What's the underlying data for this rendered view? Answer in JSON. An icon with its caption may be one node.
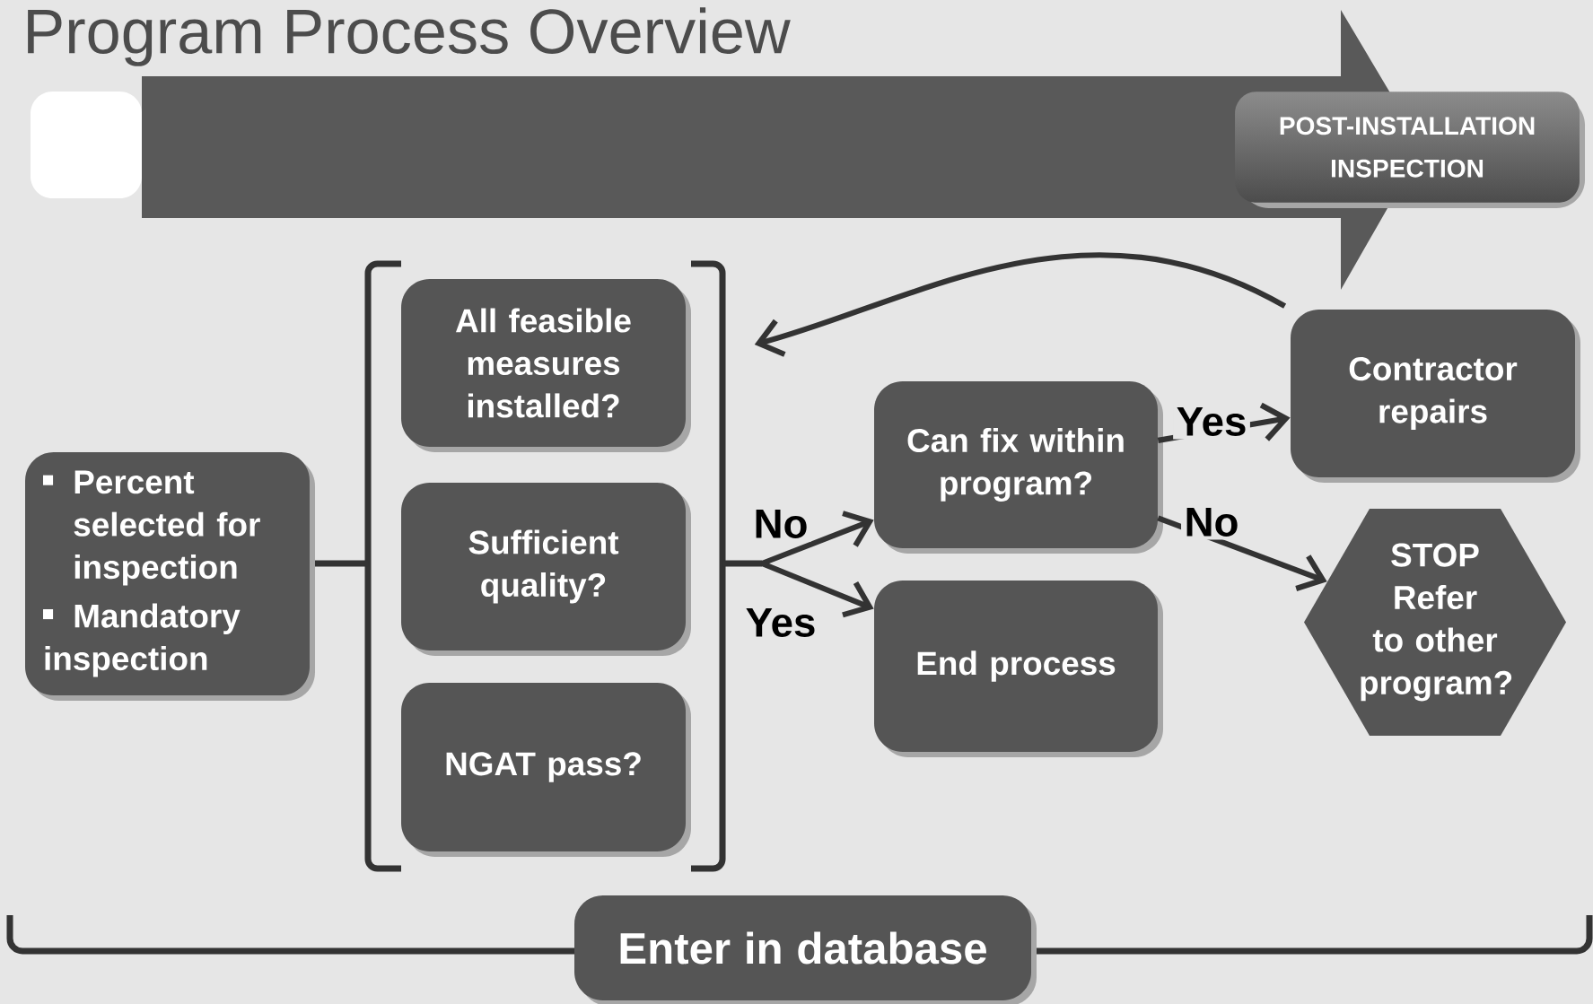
{
  "diagram": {
    "title": "Program Process Overview",
    "nodes": [
      {
        "text": [],
        "shape": "box"
      },
      {
        "text": [
          "POST-INSTALLATION INSPECTION"
        ]
      },
      {
        "text": [
          "Percent selected for inspection",
          "Mandatory inspection"
        ]
      },
      {
        "text": [
          "All feasible measures installed?"
        ]
      },
      {
        "text": [
          "Sufficient quality?"
        ]
      },
      {
        "text": [
          "NGAT pass?"
        ]
      },
      {
        "text": [
          "Can fix within program?"
        ]
      },
      {
        "text": [
          "End process"
        ]
      },
      {
        "text": [
          "Contractor repairs"
        ]
      },
      {
        "text": [
          "STOP",
          "Refer to other program?"
        ]
      },
      {
        "text": [
          "Enter in database"
        ]
      }
    ],
    "edges": [
      {
        "from": null,
        "to": 6,
        "arrow": "to",
        "label": "No"
      },
      {
        "from": null,
        "to": 7,
        "arrow": "to",
        "label": "Yes"
      },
      {
        "from": 6,
        "to": 8,
        "arrow": "to",
        "label": "Yes"
      },
      {
        "from": 6,
        "to": 9,
        "arrow": "to",
        "label": "No"
      },
      {
        "from": 8,
        "to": 3,
        "arrow": "to"
      }
    ]
  }
}
